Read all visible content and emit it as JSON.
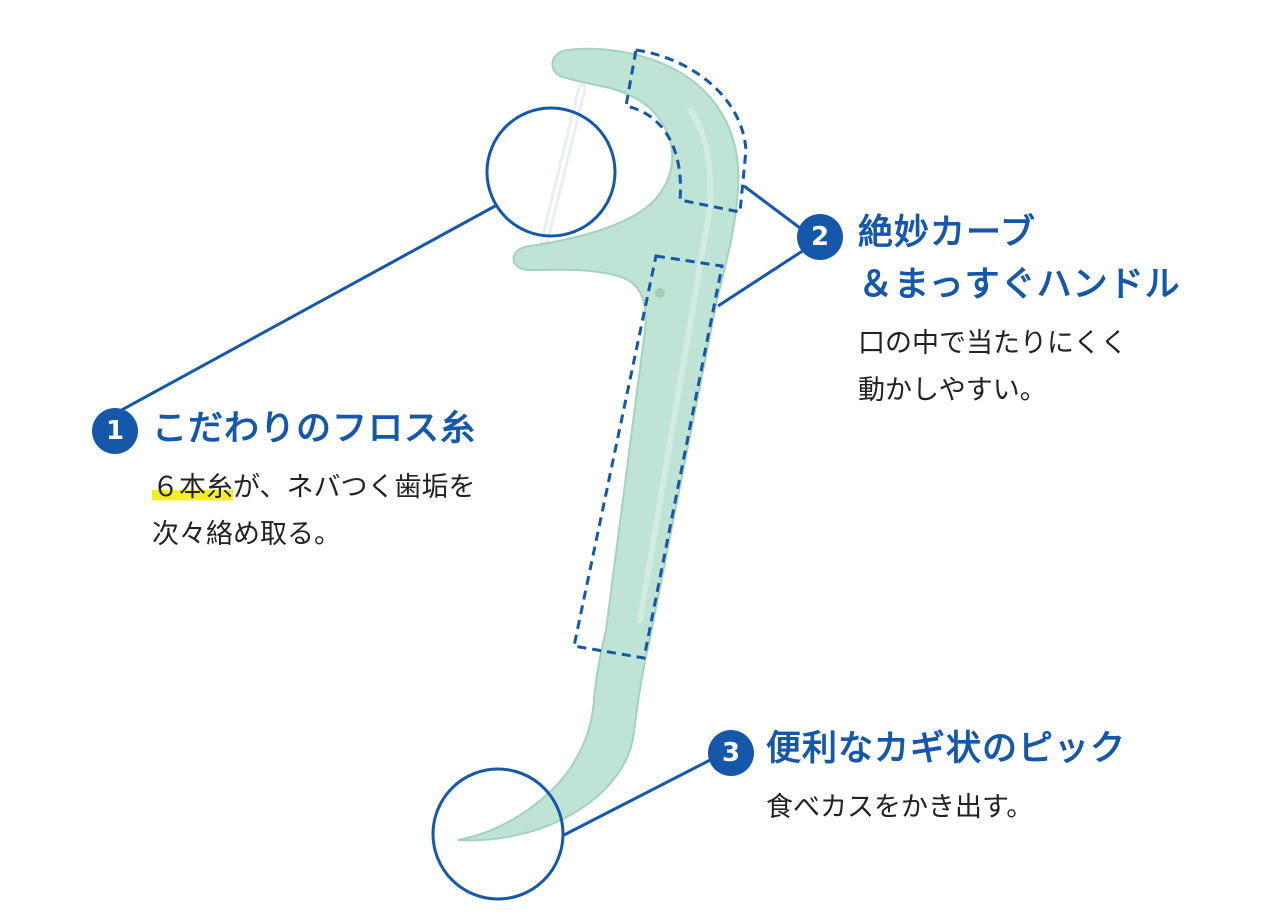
{
  "colors": {
    "accent": "#1557a8",
    "pick_body": "#bfe3d4",
    "highlight": "#f6ee2a",
    "text": "#222222"
  },
  "callouts": [
    {
      "number": "1",
      "title": "こだわりのフロス糸",
      "desc_highlight": "６本糸",
      "desc_line1_rest": "が、ネバつく歯垢を",
      "desc_line2": "次々絡め取る。"
    },
    {
      "number": "2",
      "title_line1": "絶妙カーブ",
      "title_line2": "＆まっすぐハンドル",
      "desc_line1": "口の中で当たりにくく",
      "desc_line2": "動かしやすい。"
    },
    {
      "number": "3",
      "title": "便利なカギ状のピック",
      "desc_line1": "食べカスをかき出す。"
    }
  ]
}
